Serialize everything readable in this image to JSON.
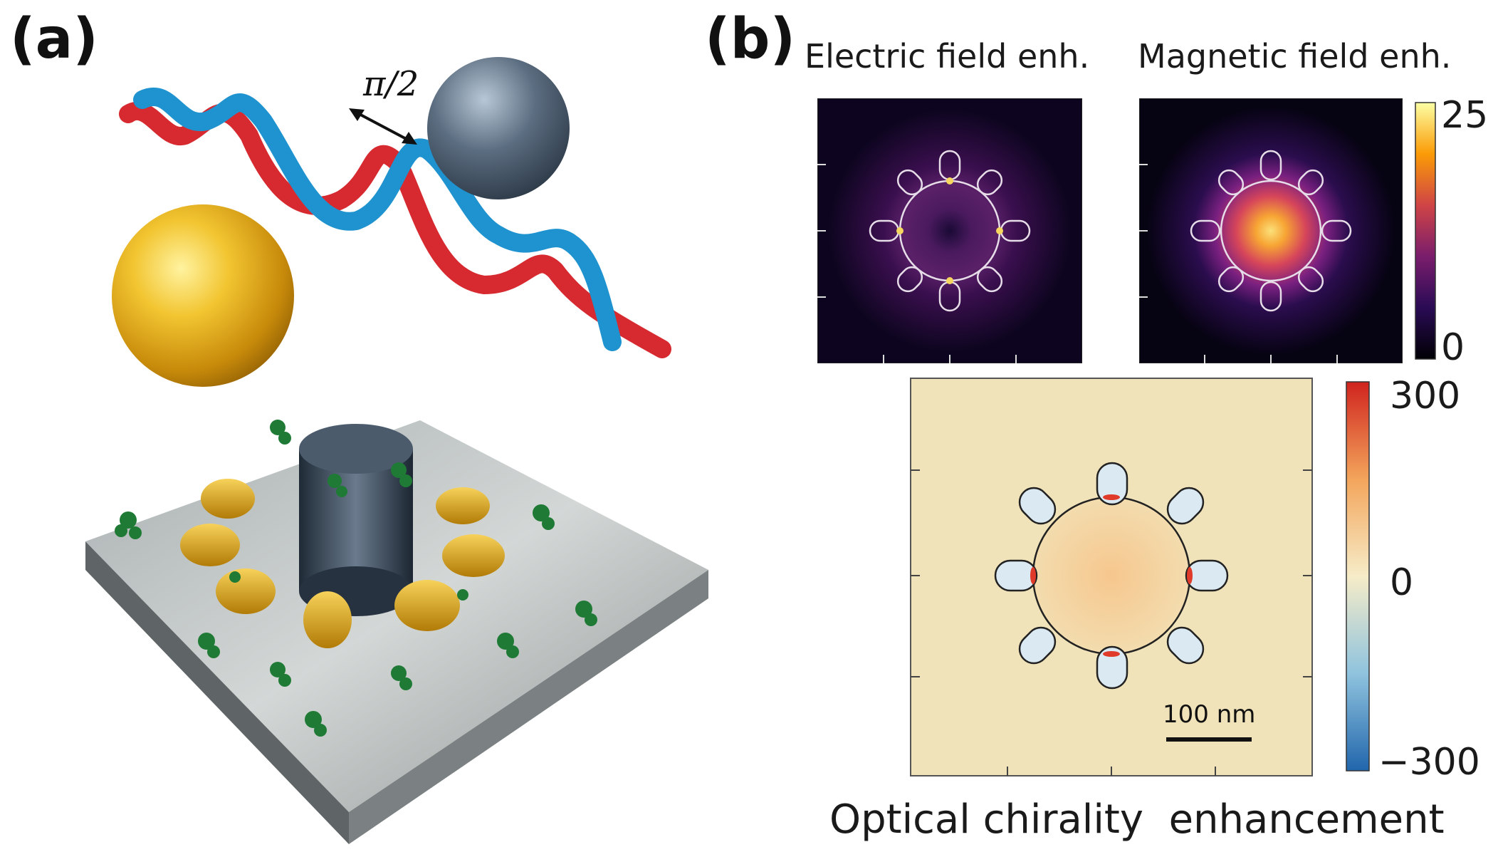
{
  "panel_a": {
    "label": "(a)",
    "phase_label": "π/2"
  },
  "panel_b": {
    "label": "(b)",
    "electric_title": "Electric field enh.",
    "magnetic_title": "Magnetic field enh.",
    "field_colorbar": {
      "max": "25",
      "min": "0"
    },
    "chirality_colorbar": {
      "max": "300",
      "mid": "0",
      "min": "−300"
    },
    "scale_bar": "100 nm",
    "chirality_caption": "Optical chirality  enhancement"
  },
  "colors": {
    "inferno_dark": "#0a0420",
    "inferno_mid": "#8a2a7a",
    "inferno_bright": "#f9d85a",
    "chirality_bg": "#f1e3b9",
    "chirality_pos": "#e03a2a",
    "chirality_neg": "#3a86c4",
    "gold": "#e8b21c",
    "helix_red": "#d62a30",
    "helix_blue": "#1f93cf"
  }
}
